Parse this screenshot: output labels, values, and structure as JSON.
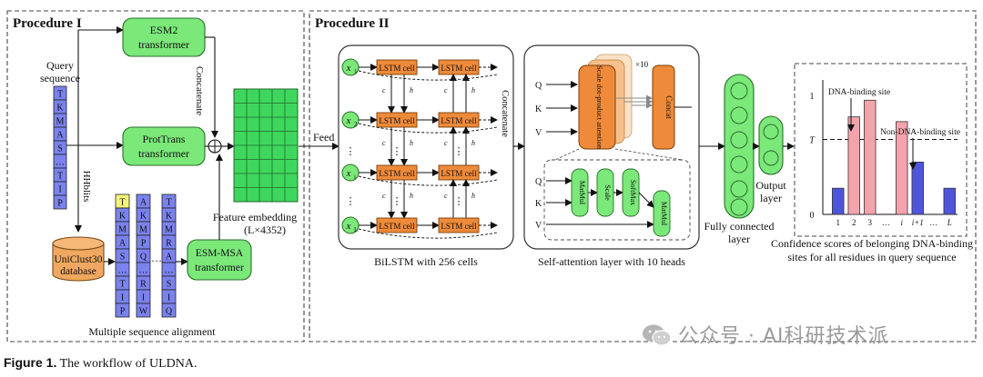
{
  "procedures": {
    "p1": "Procedure I",
    "p2": "Procedure II"
  },
  "inputs": {
    "query_label_1": "Query",
    "query_label_2": "sequence",
    "query_sequence": [
      "T",
      "K",
      "M",
      "A",
      "S",
      "…",
      "T",
      "I",
      "P"
    ]
  },
  "models": {
    "esm2_1": "ESM2",
    "esm2_2": "transformer",
    "prottrans_1": "ProtTrans",
    "prottrans_2": "transformer",
    "esmmsa_1": "ESM-MSA",
    "esmmsa_2": "transformer"
  },
  "database": {
    "tool": "HHblits",
    "name_1": "UniClust30",
    "name_2": "database"
  },
  "msa": {
    "columns": [
      [
        "T",
        "K",
        "M",
        "A",
        "S",
        "…",
        "T",
        "I",
        "P"
      ],
      [
        "A",
        "K",
        "M",
        "P",
        "Q",
        "…",
        "R",
        "I",
        "W"
      ],
      [
        "T",
        "K",
        "M",
        "R",
        "A",
        "…",
        "S",
        "I",
        "Q"
      ]
    ],
    "ellipsis": "…",
    "label": "Multiple sequence alignment"
  },
  "embedding": {
    "concatenate": "Concatenate",
    "label_1": "Feature embedding",
    "label_2": "(L×4352)",
    "feed": "Feed"
  },
  "bilstm": {
    "cell": "LSTM cell",
    "inputs": [
      "x1",
      "x2",
      "xi",
      "xL"
    ],
    "concatenate": "Concatenate",
    "label": "BiLSTM with 256 cells"
  },
  "attention": {
    "qkv": [
      "Q",
      "K",
      "V"
    ],
    "heads": "×10",
    "sdpa": "Scale dot-product attention",
    "concat": "Concat",
    "inner": [
      "MatMul",
      "Scale",
      "SoftMax",
      "MatMul"
    ],
    "label": "Self-attention layer with 10 heads"
  },
  "fc": {
    "label_1": "Fully connected",
    "label_2": "layer"
  },
  "output": {
    "label_1": "Output",
    "label_2": "layer"
  },
  "chart_data": {
    "type": "bar",
    "categories": [
      "1",
      "2",
      "3",
      "…",
      "i",
      "i+1",
      "…",
      "L"
    ],
    "bars": [
      {
        "category": "1",
        "value": 0.22,
        "class": "non-binding"
      },
      {
        "category": "2",
        "value": 0.82,
        "class": "binding"
      },
      {
        "category": "3",
        "value": 0.96,
        "class": "binding"
      },
      {
        "category": "i",
        "value": 0.78,
        "class": "binding"
      },
      {
        "category": "i+1",
        "value": 0.44,
        "class": "non-binding"
      },
      {
        "category": "L",
        "value": 0.22,
        "class": "non-binding"
      }
    ],
    "yticks": [
      "0",
      "T",
      "1"
    ],
    "threshold": 0.63,
    "ylim": [
      0,
      1.1
    ],
    "annotations": {
      "binding": "DNA-binding site",
      "non_binding": "Non-DNA-binding site"
    },
    "caption_1": "Confidence scores of belonging DNA-binding",
    "caption_2": "sites for all residues in query sequence",
    "colors": {
      "binding": "#f4a3ad",
      "non_binding": "#4f55d8"
    }
  },
  "figure_caption": {
    "label": "Figure 1.",
    "text": " The workflow of ULDNA."
  },
  "watermark": "公众号 · AI科研技术派"
}
